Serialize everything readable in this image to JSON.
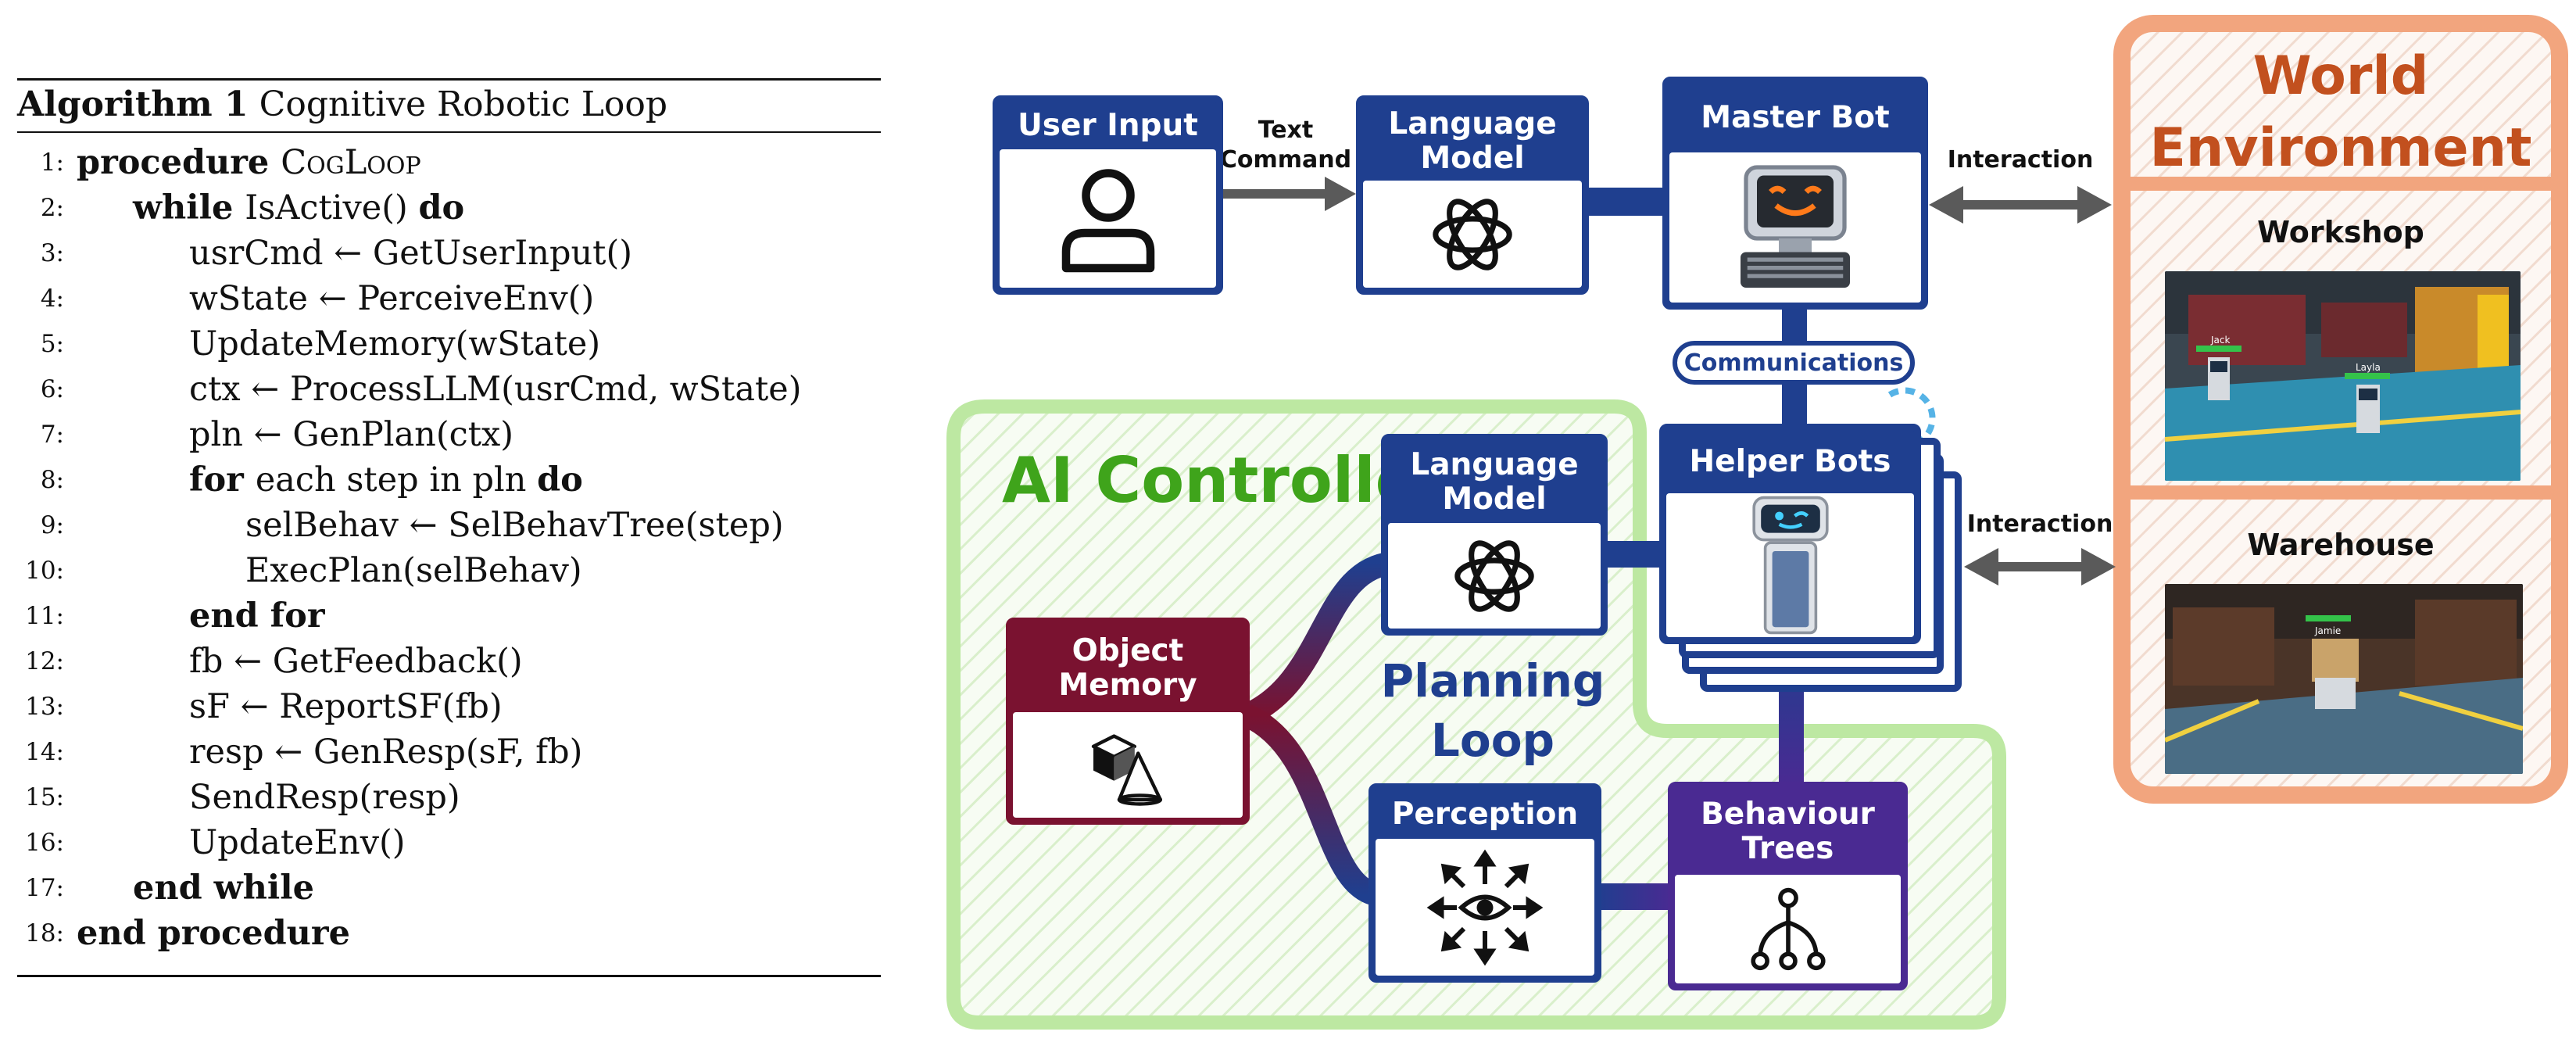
{
  "algorithm": {
    "caption_label": "Algorithm 1",
    "caption_title": "Cognitive Robotic Loop",
    "lines": [
      {
        "num": "1:",
        "indent": 0,
        "parts": [
          {
            "t": "procedure ",
            "kw": true
          },
          {
            "t": "CogLoop",
            "sc": true
          }
        ]
      },
      {
        "num": "2:",
        "indent": 1,
        "parts": [
          {
            "t": "while ",
            "kw": true
          },
          {
            "t": "IsActive() "
          },
          {
            "t": "do",
            "kw": true
          }
        ]
      },
      {
        "num": "3:",
        "indent": 2,
        "parts": [
          {
            "t": "usrCmd ← GetUserInput()"
          }
        ]
      },
      {
        "num": "4:",
        "indent": 2,
        "parts": [
          {
            "t": "wState ← PerceiveEnv()"
          }
        ]
      },
      {
        "num": "5:",
        "indent": 2,
        "parts": [
          {
            "t": "UpdateMemory(wState)"
          }
        ]
      },
      {
        "num": "6:",
        "indent": 2,
        "parts": [
          {
            "t": "ctx ← ProcessLLM(usrCmd, wState)"
          }
        ]
      },
      {
        "num": "7:",
        "indent": 2,
        "parts": [
          {
            "t": "pln ← GenPlan(ctx)"
          }
        ]
      },
      {
        "num": "8:",
        "indent": 2,
        "parts": [
          {
            "t": "for ",
            "kw": true
          },
          {
            "t": "each step in pln "
          },
          {
            "t": "do",
            "kw": true
          }
        ]
      },
      {
        "num": "9:",
        "indent": 3,
        "parts": [
          {
            "t": "selBehav ← SelBehavTree(step)"
          }
        ]
      },
      {
        "num": "10:",
        "indent": 3,
        "parts": [
          {
            "t": "ExecPlan(selBehav)"
          }
        ]
      },
      {
        "num": "11:",
        "indent": 2,
        "parts": [
          {
            "t": "end for",
            "kw": true
          }
        ]
      },
      {
        "num": "12:",
        "indent": 2,
        "parts": [
          {
            "t": "fb ← GetFeedback()"
          }
        ]
      },
      {
        "num": "13:",
        "indent": 2,
        "parts": [
          {
            "t": "sF ← ReportSF(fb)"
          }
        ]
      },
      {
        "num": "14:",
        "indent": 2,
        "parts": [
          {
            "t": "resp ← GenResp(sF, fb)"
          }
        ]
      },
      {
        "num": "15:",
        "indent": 2,
        "parts": [
          {
            "t": "SendResp(resp)"
          }
        ]
      },
      {
        "num": "16:",
        "indent": 2,
        "parts": [
          {
            "t": "UpdateEnv()"
          }
        ]
      },
      {
        "num": "17:",
        "indent": 1,
        "parts": [
          {
            "t": "end while",
            "kw": true
          }
        ]
      },
      {
        "num": "18:",
        "indent": 0,
        "parts": [
          {
            "t": "end procedure",
            "kw": true
          }
        ]
      }
    ]
  },
  "diagram": {
    "user_input": "User Input",
    "text_command": "Text\nCommand",
    "language_model_top": "Language\nModel",
    "master_bot": "Master Bot",
    "interaction_top": "Interaction",
    "communications": "Communications",
    "ai_controller": "AI Controller",
    "language_model_ai": "Language\nModel",
    "helper_bots": "Helper Bots",
    "interaction_bottom": "Interaction",
    "object_memory": "Object\nMemory",
    "planning_loop": "Planning\nLoop",
    "perception": "Perception",
    "behaviour_trees": "Behaviour\nTrees",
    "world_environment": "World\nEnvironment",
    "workshop": "Workshop",
    "warehouse": "Warehouse",
    "workshop_robot_labels": [
      "Jack",
      "Layla"
    ],
    "warehouse_robot_labels": [
      "Jamie"
    ]
  },
  "colors": {
    "blue": "#1f3f8f",
    "maroon": "#7a1230",
    "purple": "#4a2a92",
    "green_panel": "#bde8a2",
    "world_panel": "#f2a57e",
    "world_title": "#c2501e"
  }
}
